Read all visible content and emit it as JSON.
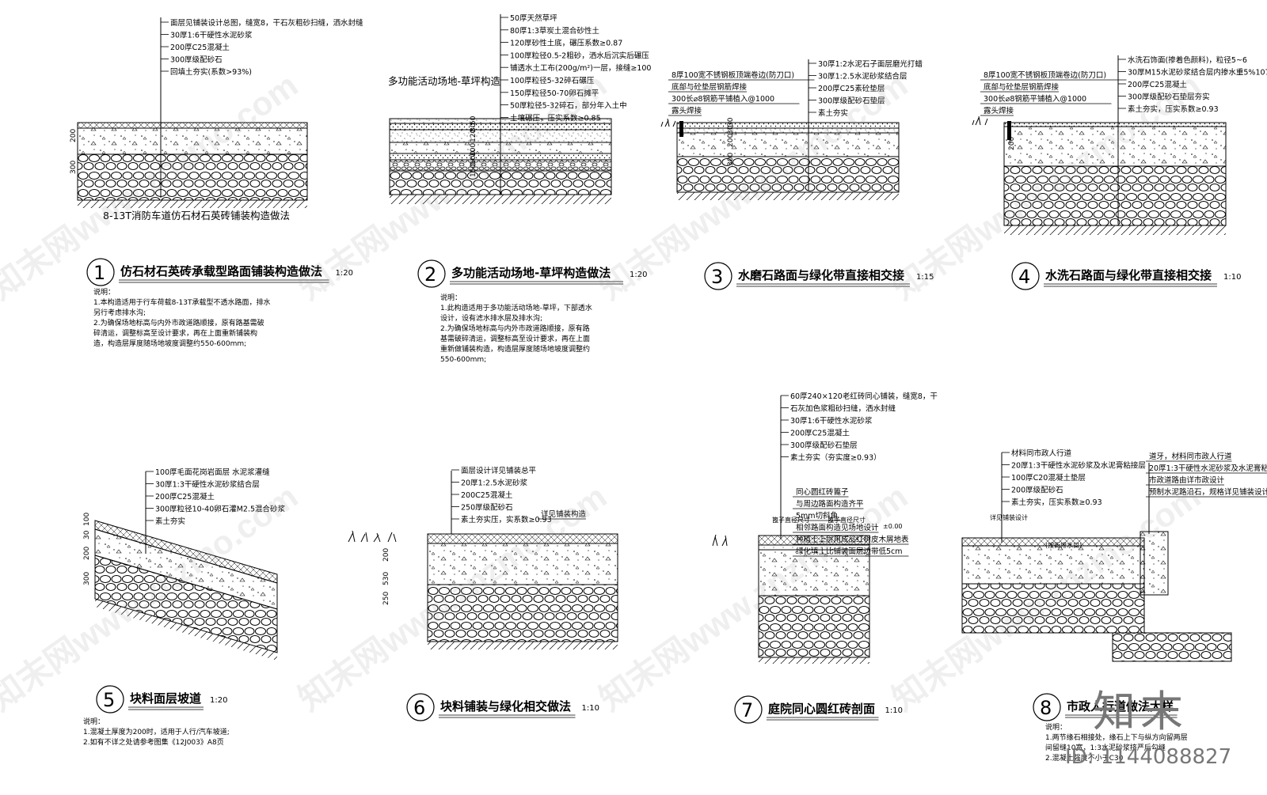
{
  "watermark_text": "知末网www.znzmo.com",
  "brand": {
    "name": "知末",
    "id": "ID: 1144088827"
  },
  "details": [
    {
      "num": "1",
      "title": "仿石材石英砖承载型路面铺装构造做法",
      "scale": "1:20",
      "caption": "8-13T消防车道仿石材石英砖铺装构造做法",
      "leaders": [
        "面层见铺装设计总图，缝宽8，干石灰粗砂扫缝，洒水封缝",
        "30厚1:6干硬性水泥砂浆",
        "200厚C25混凝土",
        "300厚级配砂石",
        "回填土夯实(系数>93%)"
      ],
      "dims": [
        "200",
        "300"
      ],
      "notes": [
        "说明：",
        "1.本构造适用于行车荷载8-13T承载型不透水路面，排水",
        "另行考虑排水沟;",
        "2.为确保场地标高与内外市政道路顺接，原有路基需破",
        "碎清运，调整标高至设计要求，再在上面重新铺装构",
        "造，构造层厚度随场地坡度调整约550-600mm;"
      ]
    },
    {
      "num": "2",
      "title": "多功能活动场地-草坪构造做法",
      "scale": "1:20",
      "caption": "多功能活动场地-草坪构造",
      "leaders": [
        "50厚天然草坪",
        "80厚1:3草炭土混合砂性土",
        "120厚砂性土底，碾压系数≥0.87",
        "100厚粒径0.5-2粗砂，洒水后沉实后碾压",
        "铺透水土工布(200g/m²)一层，接缝≥100",
        "100厚粒径5-32碎石碾压",
        "150厚粒径50-70卵石摊平",
        "50厚粒径5-32碎石，部分年入土中",
        "土壤碾压，压实系数≥0.85"
      ],
      "dims": [
        "50",
        "80",
        "120",
        "100",
        "100",
        "150"
      ],
      "notes": [
        "说明：",
        "1.此构造适用于多功能活动场地-草坪，下部透水",
        "设计，设有滤水排水层及排水沟;",
        "2.为确保场地标高与内外市政道路顺接，原有路",
        "基需破碎清运，调整标高至设计要求，再在上面",
        "重新做铺装构造，构造层厚度随场地坡度调整约",
        "550-600mm;"
      ]
    },
    {
      "num": "3",
      "title": "水磨石路面与绿化带直接相交接",
      "scale": "1:15",
      "leaders": [
        "30厚1:2水泥石子面层磨光打蜡",
        "30厚1:2.5水泥砂浆结合层",
        "200厚C25素砼垫层",
        "300厚级配砂石垫层",
        "素土夯实"
      ],
      "side_leaders": [
        "8厚100宽不锈钢板顶端卷边(防刀口)",
        "底部与砼垫层钢筋焊接",
        "300长⌀8钢筋平铺植入@1000",
        "露头焊接"
      ],
      "dims": [
        "30",
        "30",
        "200",
        "300"
      ]
    },
    {
      "num": "4",
      "title": "水洗石路面与绿化带直接相交接",
      "scale": "1:10",
      "leaders": [
        "水洗石饰面(掺着色颜料)，粒径5~6",
        "30厚M15水泥砂浆结合层内掺水重5%107胶",
        "200厚C25混凝土",
        "300厚级配砂石垫层夯实",
        "素土夯实，压实系数≥0.93"
      ],
      "side_leaders": [
        "8厚100宽不锈钢板顶端卷边(防刀口)",
        "底部与砼垫层钢筋焊接",
        "300长⌀8钢筋平铺植入@1000",
        "露头焊接"
      ],
      "dims": [
        "200"
      ]
    },
    {
      "num": "5",
      "title": "块料面层坡道",
      "scale": "1:20",
      "leaders": [
        "100厚毛面花岗岩面层 水泥浆灌缝",
        "30厚1:3干硬性水泥砂浆结合层",
        "200厚C25混凝土",
        "300厚粒径10-40卵石灌M2.5混合砂浆",
        "素土夯实"
      ],
      "dims": [
        "100",
        "30",
        "200",
        "300"
      ],
      "notes": [
        "说明：",
        "1.混凝土厚度为200时，适用于人行/汽车坡道;",
        "2.如有不详之处请参考图集《12J003》A8页"
      ]
    },
    {
      "num": "6",
      "title": "块料铺装与绿化相交做法",
      "scale": "1:10",
      "leaders": [
        "面层设计详见铺装总平",
        "20厚1:2.5水泥砂浆",
        "200C25混凝土",
        "250厚级配砂石",
        "素土夯实压，实系数≥0.93"
      ],
      "side_leaders": [
        "详见铺装构造"
      ],
      "dims": [
        "530",
        "200",
        "250"
      ]
    },
    {
      "num": "7",
      "title": "庭院同心圆红砖剖面",
      "scale": "1:10",
      "leaders": [
        "60厚240×120老红砖同心铺装，缝宽8，干",
        "石灰加色浆粗砂扫缝，洒水封缝",
        "30厚1:6干硬性水泥砂浆",
        "200厚C25混凝土",
        "300厚级配砂石垫层",
        "素土夯实（夯实度≥0.93）"
      ],
      "side_leaders": [
        "同心圆红砖篦子",
        "与周边路面构造齐平",
        "5mm切斜角",
        "相邻路面构造见场地设计",
        "种植土上层用成品红树皮木屑地表",
        "绿化填土比铺装面层边带低5cm"
      ],
      "dims": [
        "篦子直径尺寸",
        "篦子直径尺寸",
        "±0.00"
      ]
    },
    {
      "num": "8",
      "title": "市政人行道做法大样",
      "scale": "",
      "leaders": [
        "材料同市政人行道",
        "20厚1:3干硬性水泥砂浆及水泥膏粘接层",
        "100厚C20混凝土垫层",
        "200厚级配砂石",
        "素土夯实，压实系数≥0.93"
      ],
      "side_leaders": [
        "道牙，材料同市政人行道",
        "20厚1:3干硬性水泥砂浆及水泥膏粘接层",
        "市政道路由详市政设计",
        "预制水泥路沿石，规格详见铺装设计"
      ],
      "dims": [
        "详见铺装设计",
        "(按街排水口)"
      ],
      "notes": [
        "说明：",
        "1.两节缘石相接处，缘石上下与纵方向留两层",
        "间留缝10宽，1:3水泥砂浆挤严后勾缝",
        "2.混凝土强度不小于C30"
      ]
    }
  ]
}
